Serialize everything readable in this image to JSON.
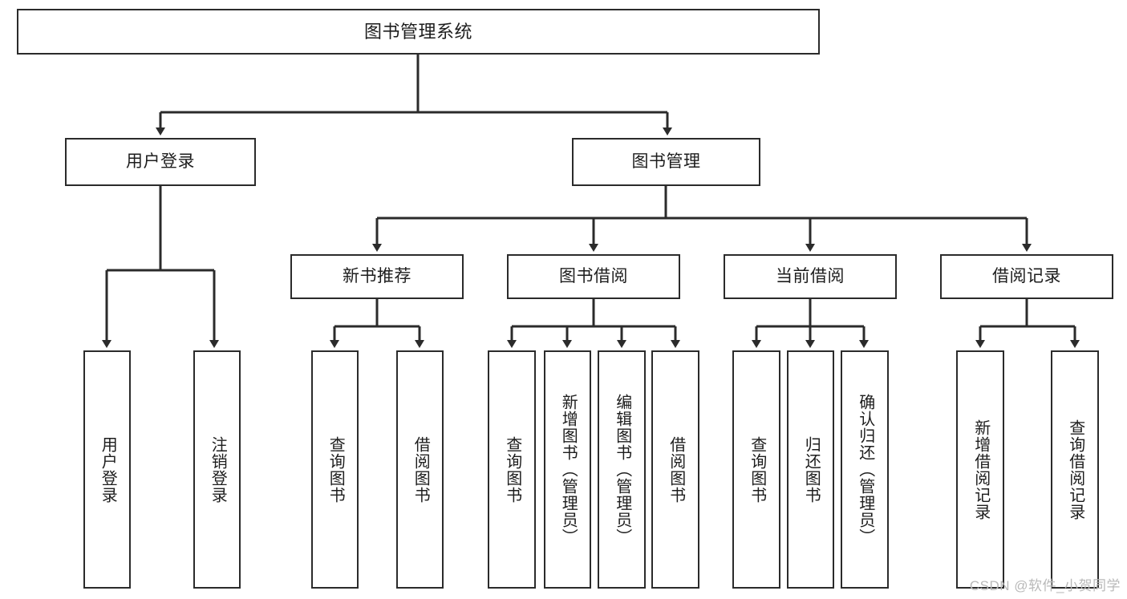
{
  "diagram": {
    "title": "图书管理系统",
    "type": "tree-hierarchy",
    "watermark": "CSDN @软件_小贺同学",
    "colors": {
      "box_border": "#2b2b2b",
      "box_fill": "#ffffff",
      "connector": "#2b2b2b",
      "background": "#ffffff",
      "watermark": "#b9b9b9"
    }
  },
  "nodes": {
    "root": {
      "label": "图书管理系统"
    },
    "level2": [
      {
        "id": "user-login",
        "label": "用户登录"
      },
      {
        "id": "book-manage",
        "label": "图书管理"
      }
    ],
    "level3": [
      {
        "id": "new-book-recommend",
        "label": "新书推荐"
      },
      {
        "id": "book-borrow",
        "label": "图书借阅"
      },
      {
        "id": "current-borrow",
        "label": "当前借阅"
      },
      {
        "id": "borrow-record",
        "label": "借阅记录"
      }
    ],
    "leaves": {
      "user_login": [
        {
          "id": "leaf-user-login",
          "label": "用户登录"
        },
        {
          "id": "leaf-user-logout",
          "label": "注销登录"
        }
      ],
      "new_book_recommend": [
        {
          "id": "leaf-query-book-1",
          "label": "查询图书"
        },
        {
          "id": "leaf-borrow-book-1",
          "label": "借阅图书"
        }
      ],
      "book_borrow": [
        {
          "id": "leaf-query-book-2",
          "label": "查询图书"
        },
        {
          "id": "leaf-add-book",
          "label": "新增图书（管理员）"
        },
        {
          "id": "leaf-edit-book",
          "label": "编辑图书（管理员）"
        },
        {
          "id": "leaf-borrow-book-2",
          "label": "借阅图书"
        }
      ],
      "current_borrow": [
        {
          "id": "leaf-query-book-3",
          "label": "查询图书"
        },
        {
          "id": "leaf-return-book",
          "label": "归还图书"
        },
        {
          "id": "leaf-confirm-return",
          "label": "确认归还（管理员）"
        }
      ],
      "borrow_record": [
        {
          "id": "leaf-add-record",
          "label": "新增借阅记录"
        },
        {
          "id": "leaf-query-record",
          "label": "查询借阅记录"
        }
      ]
    }
  }
}
